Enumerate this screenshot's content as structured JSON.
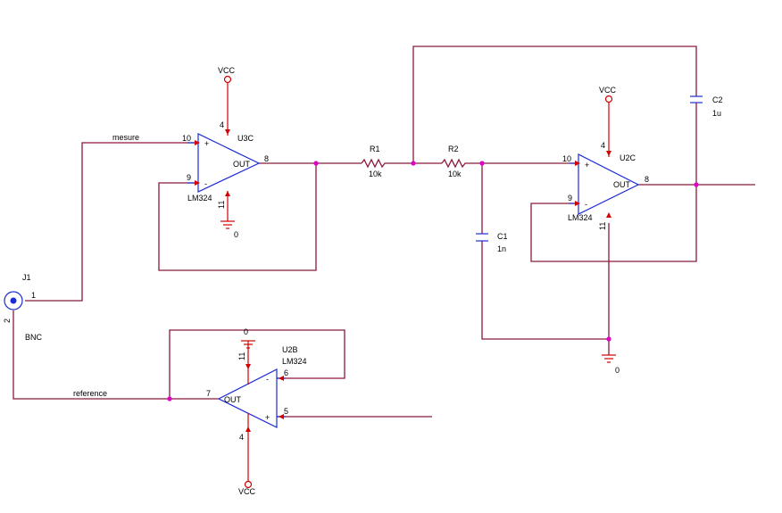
{
  "colors": {
    "wire": "#8b1a3a",
    "component": "#1c2bd6",
    "pin": "#d10000",
    "junction": "#e000c8"
  },
  "nets": {
    "mesure": "mesure",
    "reference": "reference"
  },
  "j1": {
    "ref": "J1",
    "type": "BNC",
    "pin1": "1",
    "pin2": "2"
  },
  "u3c": {
    "ref": "U3C",
    "part": "LM324",
    "vcc": "VCC",
    "gnd": "0",
    "pin_plus": "10",
    "pin_minus": "9",
    "pin_out": "8",
    "pin_vp": "4",
    "pin_vn": "11",
    "out_label": "OUT",
    "plus": "+",
    "minus": "-"
  },
  "u2c": {
    "ref": "U2C",
    "part": "LM324",
    "vcc": "VCC",
    "gnd": "0",
    "pin_plus": "10",
    "pin_minus": "9",
    "pin_out": "8",
    "pin_vp": "4",
    "pin_vn": "11",
    "out_label": "OUT",
    "plus": "+",
    "minus": "-"
  },
  "u2b": {
    "ref": "U2B",
    "part": "LM324",
    "vcc": "VCC",
    "gnd": "0",
    "pin_minus": "6",
    "pin_plus": "5",
    "pin_out": "7",
    "pin_vp": "4",
    "pin_vn": "11",
    "out_label": "OUT",
    "plus": "+",
    "minus": "-"
  },
  "r1": {
    "ref": "R1",
    "value": "10k"
  },
  "r2": {
    "ref": "R2",
    "value": "10k"
  },
  "c1": {
    "ref": "C1",
    "value": "1n"
  },
  "c2": {
    "ref": "C2",
    "value": "1u"
  },
  "c1_gnd": {
    "label": "0"
  }
}
